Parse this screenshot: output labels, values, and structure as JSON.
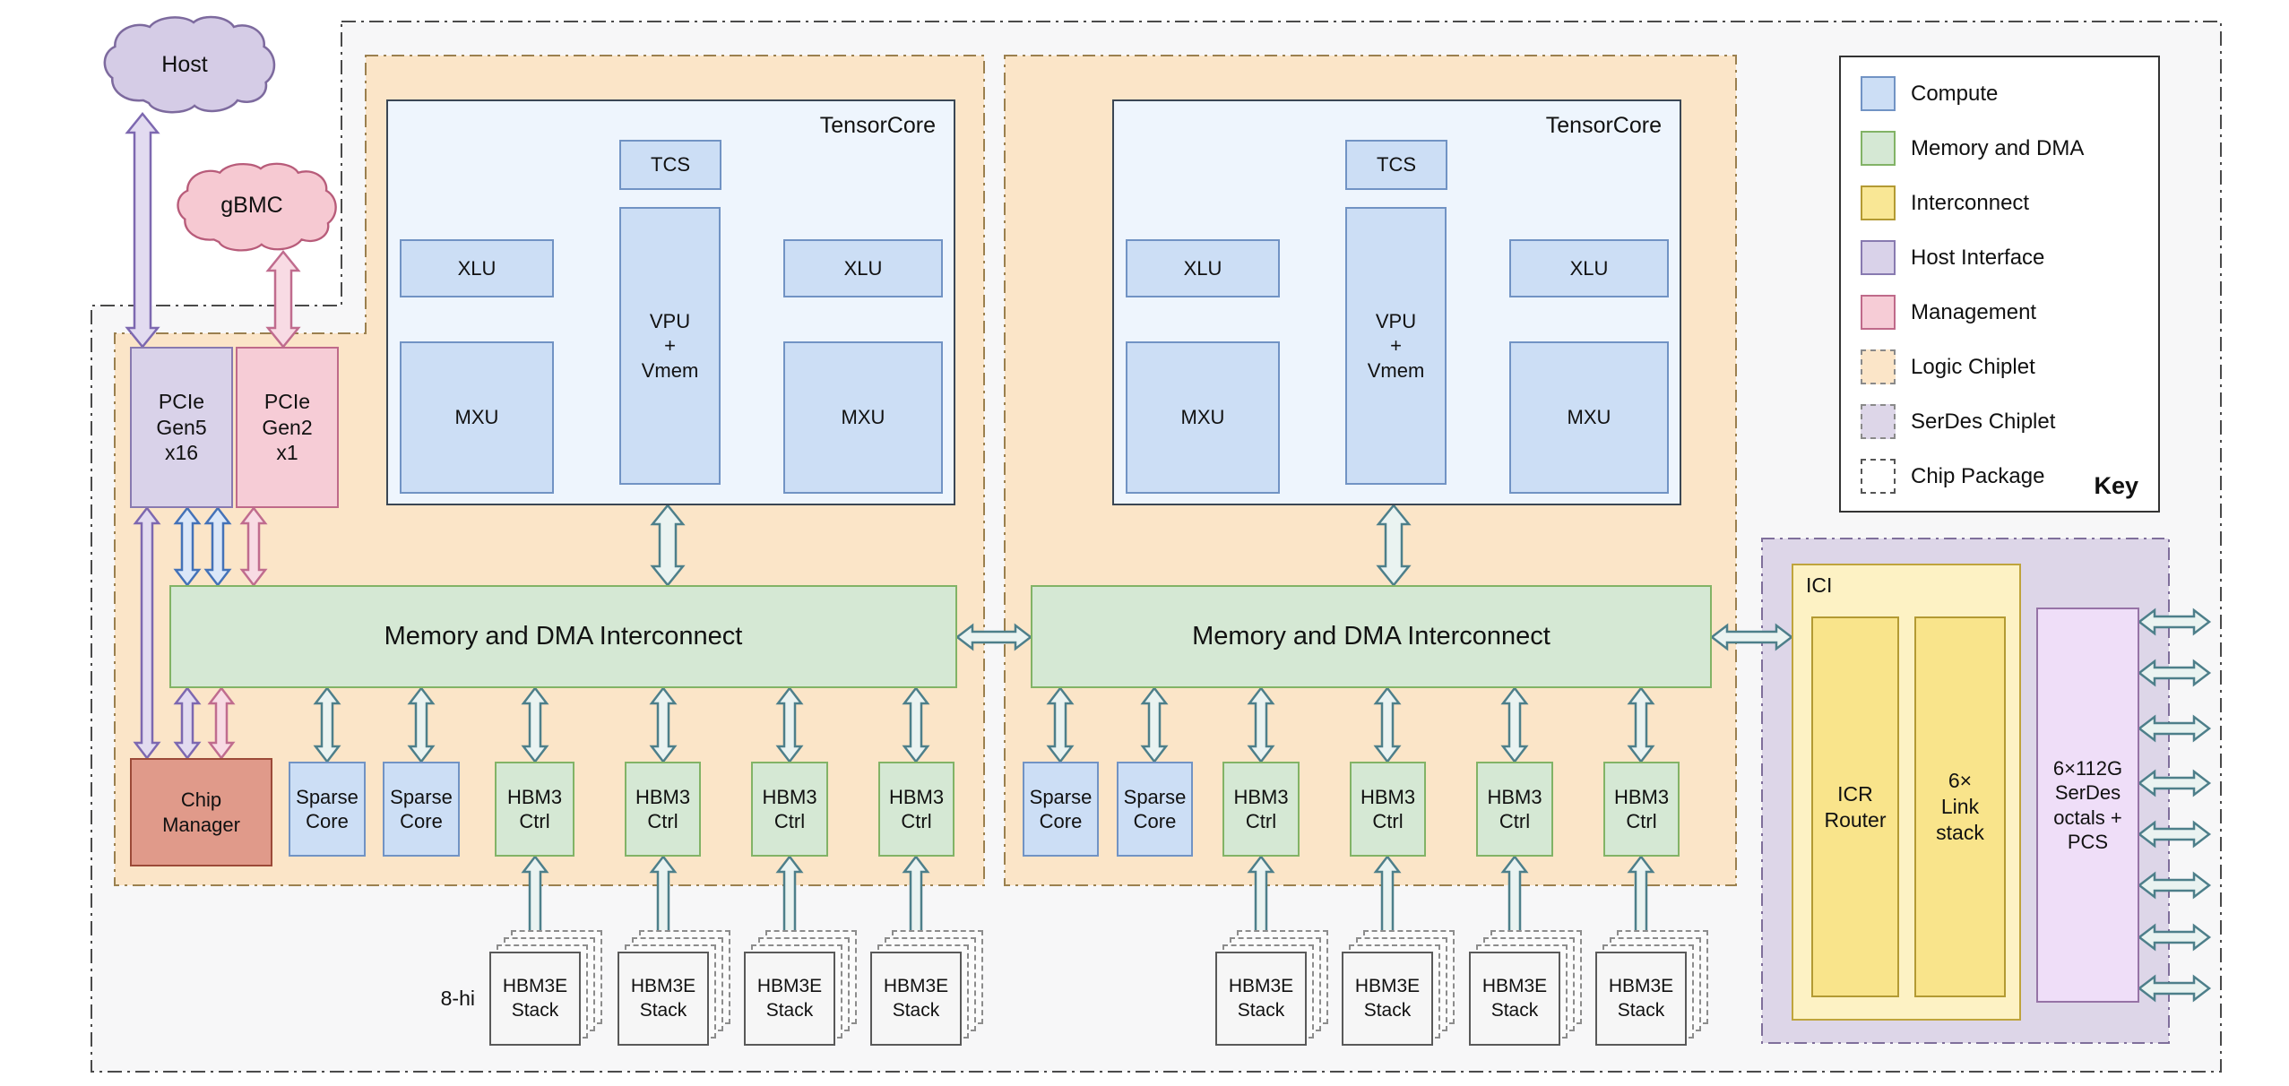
{
  "clouds": {
    "host": "Host",
    "gbmc": "gBMC"
  },
  "pcie": {
    "gen5": "PCIe\nGen5\nx16",
    "gen2": "PCIe\nGen2\nx1"
  },
  "chip_manager": "Chip\nManager",
  "stack_height": "8-hi",
  "chiplets": [
    {
      "tensorcore_title": "TensorCore",
      "tcs": "TCS",
      "vpu": "VPU\n+\nVmem",
      "xlu": [
        "XLU",
        "XLU"
      ],
      "mxu": [
        "MXU",
        "MXU"
      ],
      "interconnect": "Memory and DMA Interconnect",
      "sparse": [
        "Sparse\nCore",
        "Sparse\nCore"
      ],
      "hbm_ctrl": [
        "HBM3\nCtrl",
        "HBM3\nCtrl",
        "HBM3\nCtrl",
        "HBM3\nCtrl"
      ],
      "hbm_stacks": [
        "HBM3E\nStack",
        "HBM3E\nStack",
        "HBM3E\nStack",
        "HBM3E\nStack"
      ]
    },
    {
      "tensorcore_title": "TensorCore",
      "tcs": "TCS",
      "vpu": "VPU\n+\nVmem",
      "xlu": [
        "XLU",
        "XLU"
      ],
      "mxu": [
        "MXU",
        "MXU"
      ],
      "interconnect": "Memory and DMA Interconnect",
      "sparse": [
        "Sparse\nCore",
        "Sparse\nCore"
      ],
      "hbm_ctrl": [
        "HBM3\nCtrl",
        "HBM3\nCtrl",
        "HBM3\nCtrl",
        "HBM3\nCtrl"
      ],
      "hbm_stacks": [
        "HBM3E\nStack",
        "HBM3E\nStack",
        "HBM3E\nStack",
        "HBM3E\nStack"
      ]
    }
  ],
  "serdes": {
    "ici": "ICI",
    "icr_router": "ICR\nRouter",
    "link_stack": "6×\nLink\nstack",
    "octals": "6×112G\nSerDes\noctals +\nPCS"
  },
  "key": {
    "title": "Key",
    "items": [
      {
        "label": "Compute"
      },
      {
        "label": "Memory and DMA"
      },
      {
        "label": "Interconnect"
      },
      {
        "label": "Host Interface"
      },
      {
        "label": "Management"
      },
      {
        "label": "Logic Chiplet"
      },
      {
        "label": "SerDes Chiplet"
      },
      {
        "label": "Chip Package"
      }
    ]
  },
  "colors": {
    "compute": "#ccdef5",
    "memory_and_dma": "#d5e8d4",
    "interconnect": "#f9e795",
    "host_interface": "#d9d2e9",
    "management": "#f6ccd6",
    "logic_chiplet": "#fbe5c8",
    "serdes_chiplet": "#ddd6e8",
    "chip_package": "#f7f7f8"
  }
}
